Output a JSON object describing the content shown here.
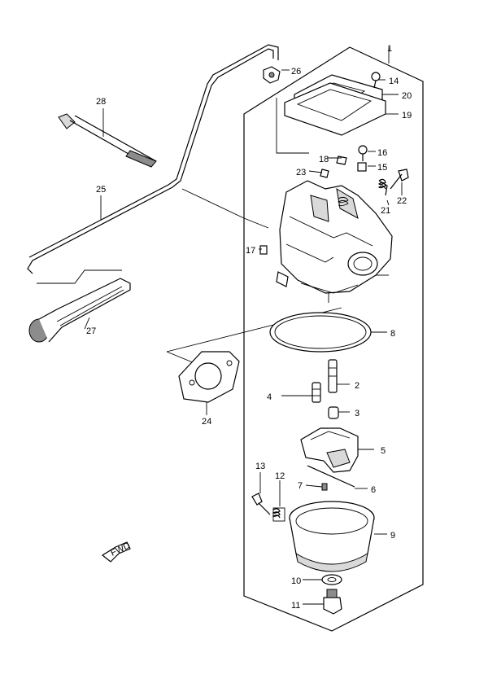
{
  "callouts": {
    "c1": "1",
    "c2": "2",
    "c3": "3",
    "c4": "4",
    "c5": "5",
    "c6": "6",
    "c7": "7",
    "c8": "8",
    "c9": "9",
    "c10": "10",
    "c11": "11",
    "c12": "12",
    "c13": "13",
    "c14": "14",
    "c15": "15",
    "c16": "16",
    "c17": "17",
    "c18": "18",
    "c19": "19",
    "c20": "20",
    "c21": "21",
    "c22": "22",
    "c23": "23",
    "c24": "24",
    "c25": "25",
    "c26": "26",
    "c27": "27",
    "c28": "28"
  },
  "direction_marker": {
    "text": "FWD",
    "icon": "forward-arrow-icon"
  }
}
